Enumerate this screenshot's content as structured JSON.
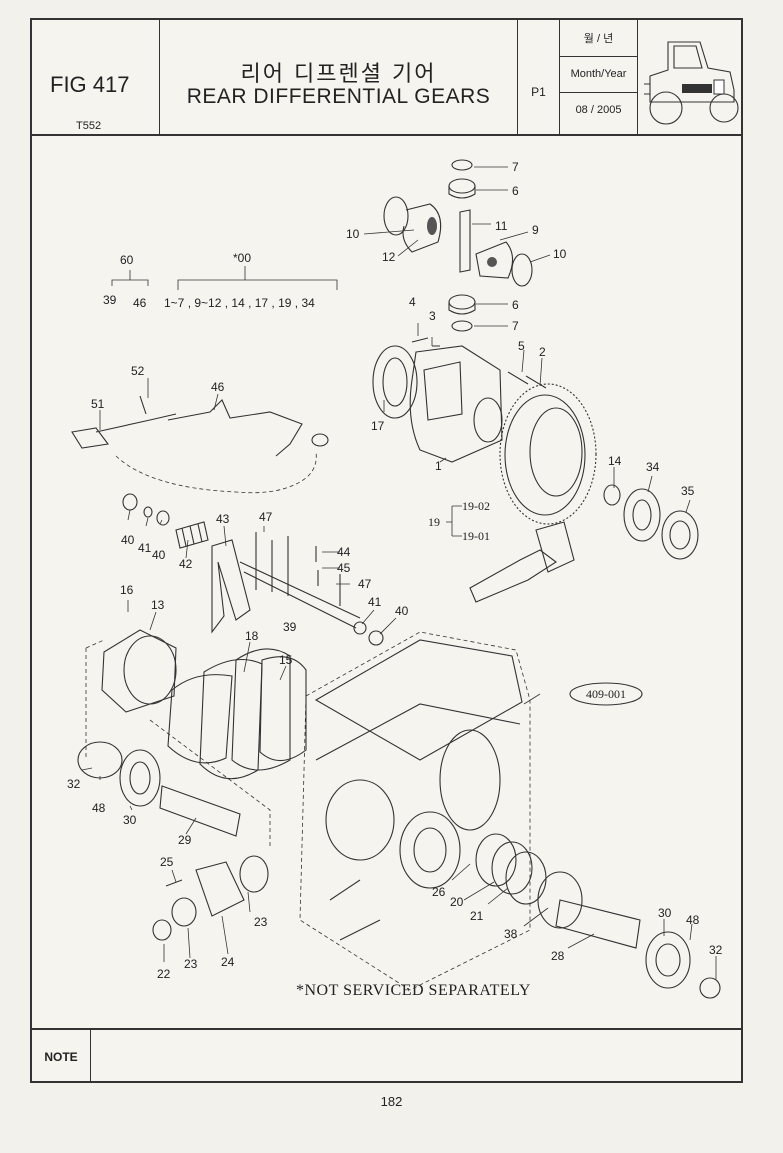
{
  "header": {
    "fig_label": "FIG 417",
    "model": "T552",
    "title_korean": "리어 디프렌셜 기어",
    "title_english": "REAR DIFFERENTIAL GEARS",
    "page_code": "P1",
    "date_label_korean": "월 / 년",
    "date_label_english": "Month/Year",
    "date_value": "08 / 2005",
    "tractor_icon": "tractor-icon"
  },
  "kit_groups": {
    "group_60": {
      "parent": "60",
      "children": [
        "39",
        "46"
      ]
    },
    "group_00": {
      "parent": "*00",
      "contents": "1~7 , 9~12 , 14 , 17 , 19 , 34"
    },
    "group_19": {
      "parent": "19",
      "children": [
        "19-02",
        "19-01"
      ]
    }
  },
  "callouts": {
    "c7a": "7",
    "c6a": "6",
    "c11": "11",
    "c9": "9",
    "c10a": "10",
    "c10b": "10",
    "c12": "12",
    "c4": "4",
    "c3": "3",
    "c6b": "6",
    "c7b": "7",
    "c5": "5",
    "c2": "2",
    "c17": "17",
    "c1": "1",
    "c14": "14",
    "c34": "34",
    "c35": "35",
    "c52": "52",
    "c46": "46",
    "c51": "51",
    "c40a": "40",
    "c41a": "41",
    "c40b": "40",
    "c42": "42",
    "c43": "43",
    "c47a": "47",
    "c44": "44",
    "c45": "45",
    "c47b": "47",
    "c41b": "41",
    "c40c": "40",
    "c39": "39",
    "c16": "16",
    "c13": "13",
    "c18": "18",
    "c15": "15",
    "c409": "409-001",
    "c32a": "32",
    "c48a": "48",
    "c30a": "30",
    "c29": "29",
    "c25": "25",
    "c23a": "23",
    "c22": "22",
    "c23b": "23",
    "c24": "24",
    "c26": "26",
    "c20": "20",
    "c21": "21",
    "c38": "38",
    "c28": "28",
    "c30b": "30",
    "c48b": "48",
    "c32b": "32"
  },
  "footnote": "*NOT SERVICED SEPARATELY",
  "note_label": "NOTE",
  "page_number": "182"
}
